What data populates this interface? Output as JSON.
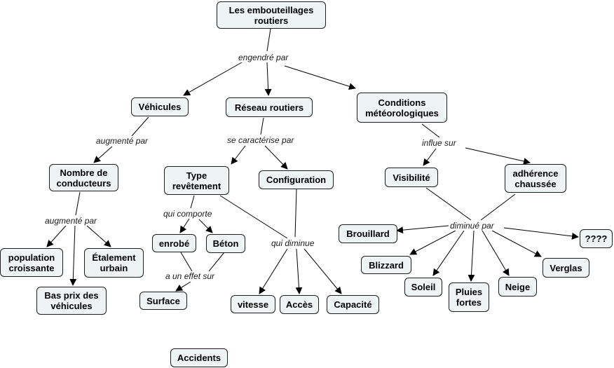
{
  "nodes": {
    "embouteillages": "Les embouteillages\nroutiers",
    "vehicules": "Véhicules",
    "reseau": "Réseau routiers",
    "conditions": "Conditions\nmétéorologiques",
    "nombre": "Nombre de\nconducteurs",
    "type_revetement": "Type\nrevêtement",
    "configuration": "Configuration",
    "visibilite": "Visibilité",
    "adherence": "adhérence\nchaussée",
    "population": "population\ncroissante",
    "etalement": "Étalement\nurbain",
    "bas_prix": "Bas prix des\nvéhicules",
    "enrobe": "enrobé",
    "beton": "Béton",
    "surface": "Surface",
    "vitesse": "vitesse",
    "acces": "Accès",
    "capacite": "Capacité",
    "brouillard": "Brouillard",
    "blizzard": "Blizzard",
    "soleil": "Soleil",
    "pluies": "Pluies\nfortes",
    "neige": "Neige",
    "verglas": "Verglas",
    "inconnu": "????",
    "accidents": "Accidents"
  },
  "links": {
    "engendre_par": "engendré par",
    "augmente_par_1": "augmenté par",
    "se_caracterise_par": "se caractérise par",
    "influe_sur": "influe sur",
    "augmente_par_2": "augmenté par",
    "qui_comporte": "qui comporte",
    "qui_diminue": "qui diminue",
    "a_un_effet_sur": "a un effet sur",
    "diminue_par": "diminué par"
  },
  "colors": {
    "node_fill": "#eef3f3",
    "node_border": "#1e1e1e",
    "edge": "#000000"
  }
}
